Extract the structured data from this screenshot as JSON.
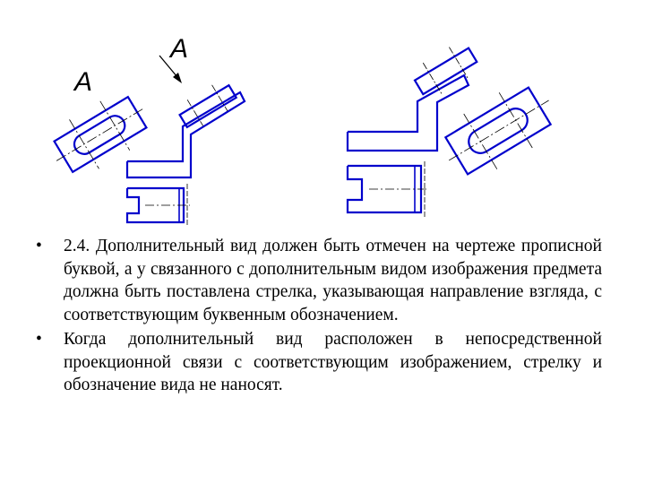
{
  "figure": {
    "view_letter_left": "A",
    "view_letter_arrow": "A",
    "colors": {
      "outline": "#0000cc",
      "thin": "#000000"
    }
  },
  "text": {
    "bullet_symbol": "•",
    "items": [
      "2.4. Дополнительный вид должен быть отмечен на чертеже прописной буквой, а у связанного с дополнительным видом изображения предмета должна быть поставлена стрелка, указывающая направление взгляда, с соответствующим буквенным обозначением.",
      "Когда дополнительный вид расположен в непосредственной проекционной связи с соответствующим изображением, стрелку и обозначение вида не наносят."
    ]
  }
}
